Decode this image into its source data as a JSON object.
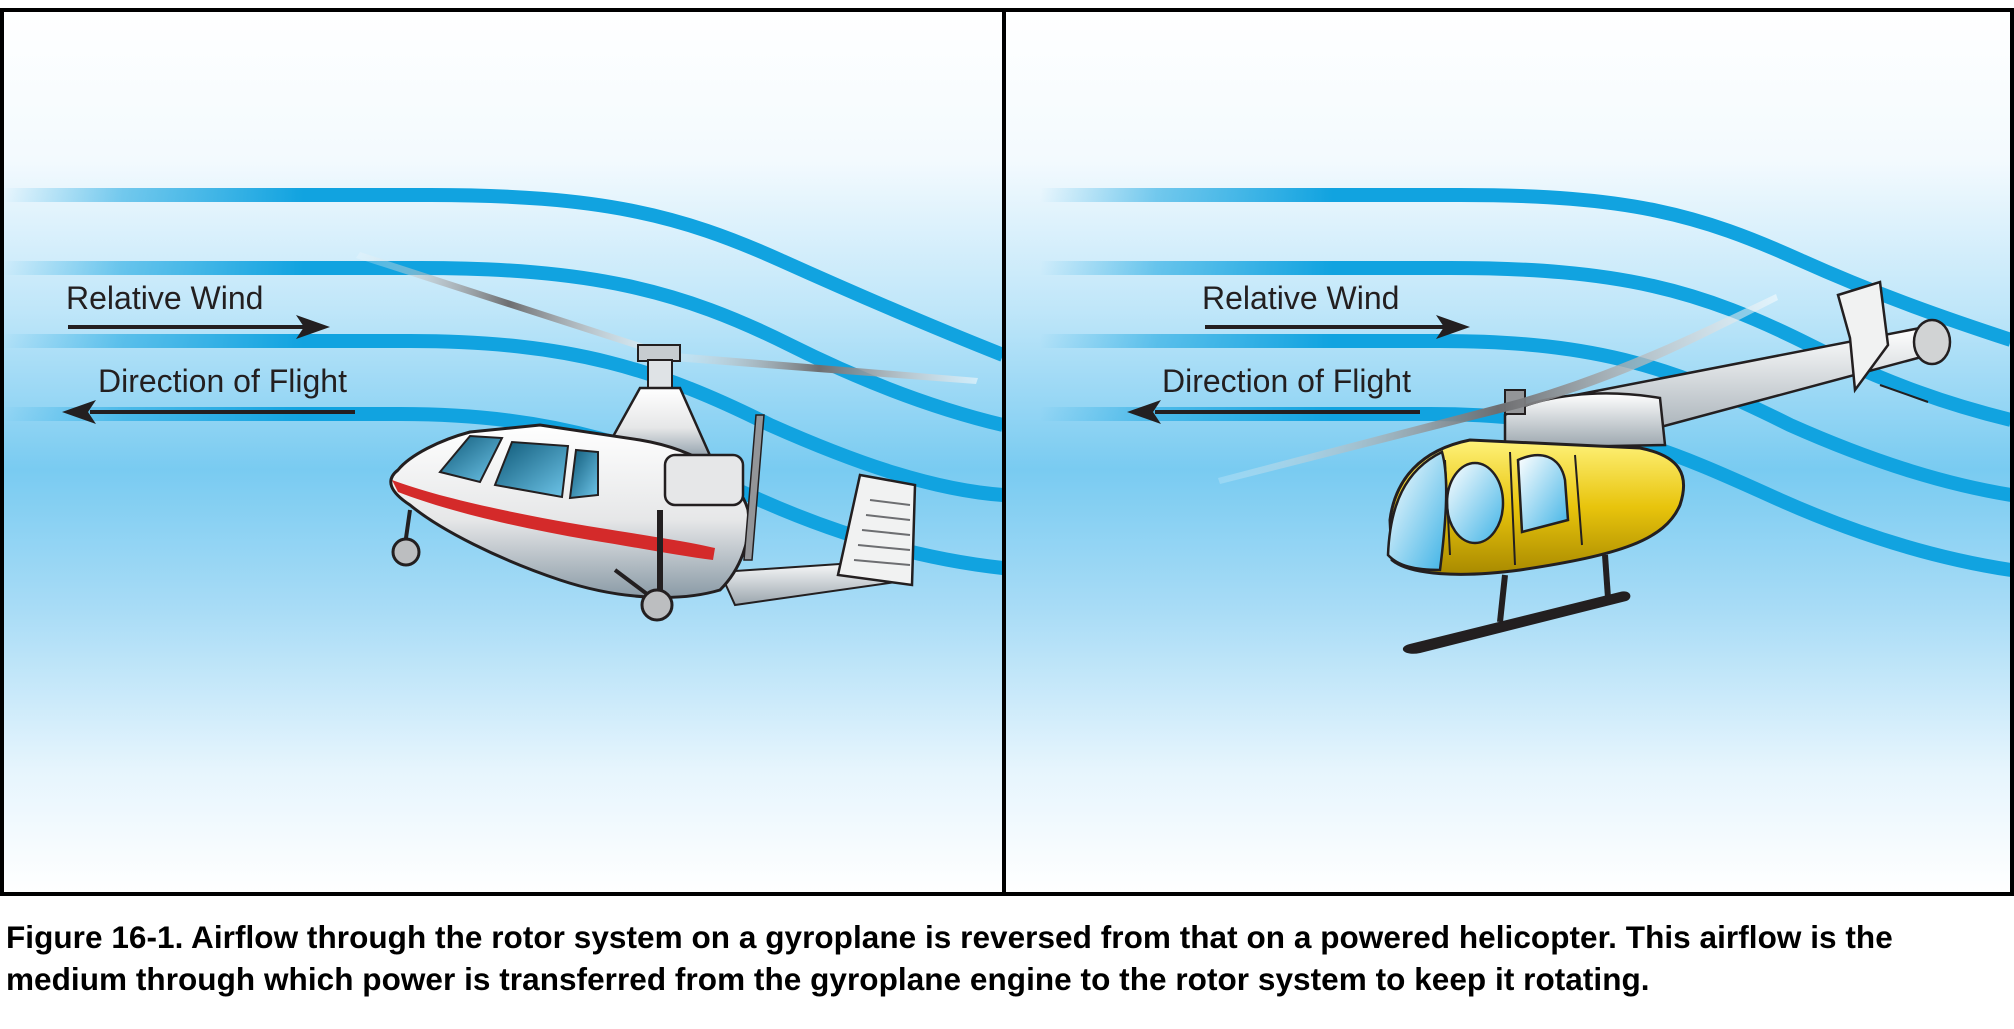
{
  "panels": [
    {
      "aircraft": "gyroplane",
      "relative_wind_label": "Relative Wind",
      "direction_of_flight_label": "Direction of Flight"
    },
    {
      "aircraft": "helicopter",
      "relative_wind_label": "Relative Wind",
      "direction_of_flight_label": "Direction of Flight"
    }
  ],
  "caption": "Figure 16-1. Airflow through the rotor system on a gyroplane is reversed from that on a powered helicopter. This airflow is the medium through which power is transferred from the gyroplane engine to the rotor system to keep it rotating.",
  "colors": {
    "sky_top": "#ffffff",
    "sky_mid": "#7ecdf2",
    "airflow": "#11a3e0",
    "gyroplane_stripe": "#d42a2a",
    "helicopter_body": "#e8c40c",
    "frame": "#000000"
  }
}
